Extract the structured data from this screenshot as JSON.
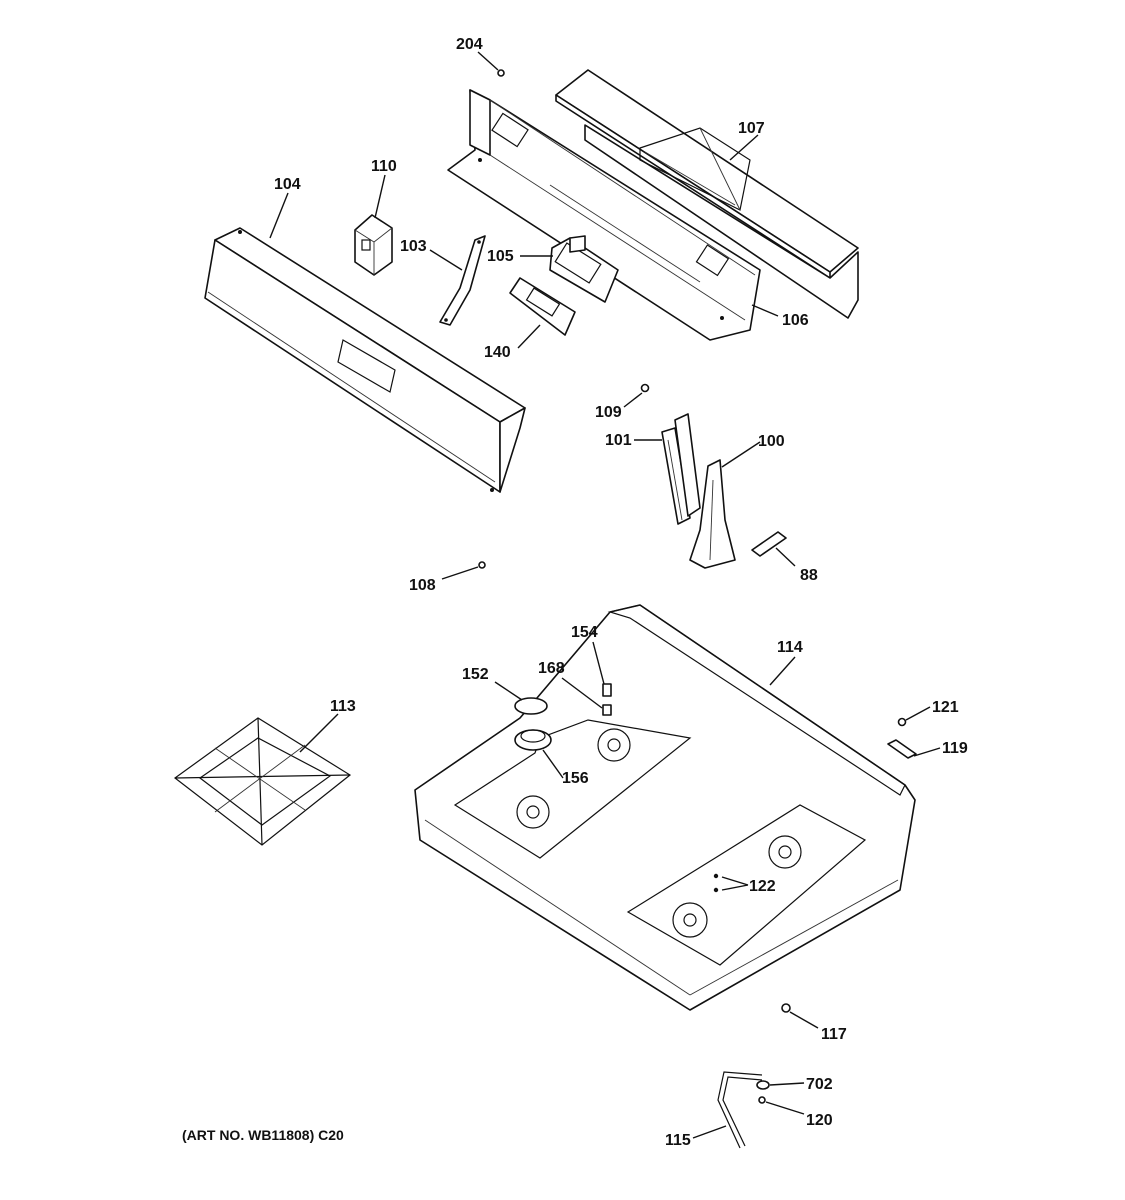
{
  "callouts": {
    "c204": "204",
    "c107": "107",
    "c110": "110",
    "c104": "104",
    "c103": "103",
    "c105": "105",
    "c106": "106",
    "c140": "140",
    "c109": "109",
    "c101": "101",
    "c100": "100",
    "c88": "88",
    "c108": "108",
    "c154": "154",
    "c114": "114",
    "c152": "152",
    "c168": "168",
    "c113": "113",
    "c121": "121",
    "c119": "119",
    "c156": "156",
    "c122": "122",
    "c117": "117",
    "c702": "702",
    "c120": "120",
    "c115": "115"
  },
  "art_number": "(ART NO. WB11808) C20"
}
